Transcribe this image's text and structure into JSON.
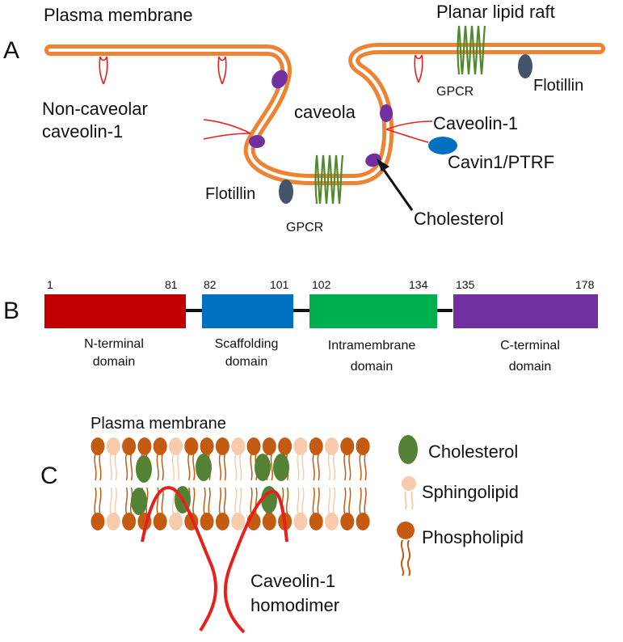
{
  "colors": {
    "membrane": "#ee8433",
    "caveolin": "#e8201c",
    "gpcr": "#4e8a2c",
    "flotillin": "#44546a",
    "cholesterol_dot": "#7030a0",
    "cavin": "#0070c0",
    "n_terminal": "#c00000",
    "scaffolding": "#0070c0",
    "intramembrane": "#00b050",
    "c_terminal": "#7030a0",
    "phospho_head": "#c55a11",
    "sphingo_head": "#f8cbad",
    "cholesterol_c": "#548235"
  },
  "panel_a": {
    "letter": "A",
    "plasma_membrane": "Plasma membrane",
    "planar_raft": "Planar lipid raft",
    "noncaveolar_line1": "Non-caveolar",
    "noncaveolar_line2": "caveolin-1",
    "caveola": "caveola",
    "caveolin1": "Caveolin-1",
    "cavin": "Cavin1/PTRF",
    "flotillin": "Flotillin",
    "gpcr": "GPCR",
    "cholesterol": "Cholesterol"
  },
  "panel_b": {
    "letter": "B",
    "domains": [
      {
        "start": "1",
        "end": "81",
        "line1": "N-terminal",
        "line2": "domain"
      },
      {
        "start": "82",
        "end": "101",
        "line1": "Scaffolding",
        "line2": "domain"
      },
      {
        "start": "102",
        "end": "134",
        "line1": "Intramembrane",
        "line2": "domain"
      },
      {
        "start": "135",
        "end": "178",
        "line1": "C-terminal",
        "line2": "domain"
      }
    ]
  },
  "panel_c": {
    "letter": "C",
    "plasma_membrane": "Plasma membrane",
    "homodimer_line1": "Caveolin-1",
    "homodimer_line2": "homodimer",
    "legend": [
      {
        "key": "cholesterol",
        "label": "Cholesterol"
      },
      {
        "key": "sphingolipid",
        "label": "Sphingolipid"
      },
      {
        "key": "phospholipid",
        "label": "Phospholipid"
      }
    ]
  }
}
